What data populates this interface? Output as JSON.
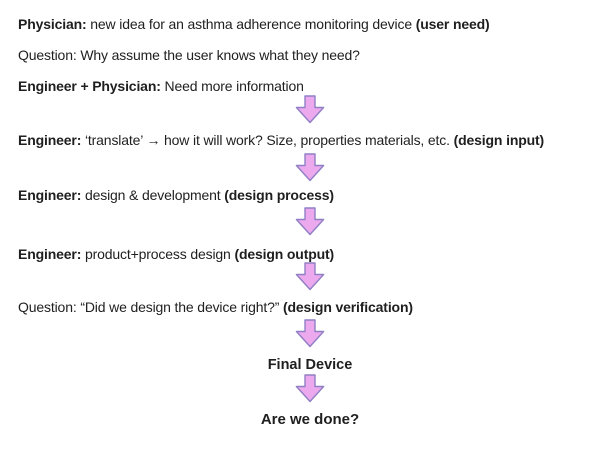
{
  "diagram": {
    "steps": {
      "line1": {
        "prefix": "Physician:",
        "body": " new idea for an asthma adherence monitoring device ",
        "suffix": "(user need)"
      },
      "line2": {
        "prefix": "",
        "body": "Question: Why assume the user knows what they need?",
        "suffix": ""
      },
      "line3": {
        "prefix": "Engineer + Physician:",
        "body": " Need more information",
        "suffix": ""
      },
      "line4": {
        "prefix": "Engineer:",
        "body": " ‘translate’ → how it will work? Size, properties materials, etc. ",
        "suffix": "(design input)"
      },
      "line5": {
        "prefix": "Engineer:",
        "body": " design & development ",
        "suffix": "(design process)"
      },
      "line6": {
        "prefix": "Engineer:",
        "body": " product+process design ",
        "suffix": "(design output)"
      },
      "line7": {
        "prefix": "",
        "body": "Question: “Did we design the device right?” ",
        "suffix": "(design verification)"
      },
      "final_device": "Final Device",
      "are_we_done": "Are we done?"
    },
    "arrow": {
      "semantic": "down-arrow",
      "fill": "#EDA9EE",
      "stroke": "#8F7FC4"
    },
    "colors": {
      "text": "#1F1F1F",
      "background": "#FFFFFF"
    }
  }
}
